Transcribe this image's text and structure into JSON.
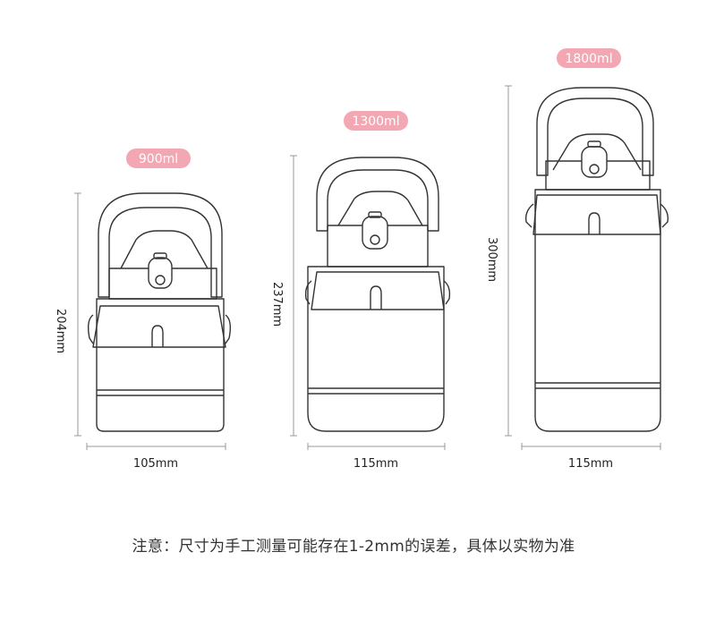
{
  "bottles": [
    {
      "capacity": "900ml",
      "height": "204mm",
      "width": "105mm"
    },
    {
      "capacity": "1300ml",
      "height": "237mm",
      "width": "115mm"
    },
    {
      "capacity": "1800ml",
      "height": "300mm",
      "width": "115mm"
    }
  ],
  "note": "注意：尺寸为手工测量可能存在1-2mm的误差，具体以实物为准",
  "colors": {
    "badge": "#f2a7b3",
    "outline": "#333333",
    "dim_line": "#999999",
    "text": "#333333"
  }
}
